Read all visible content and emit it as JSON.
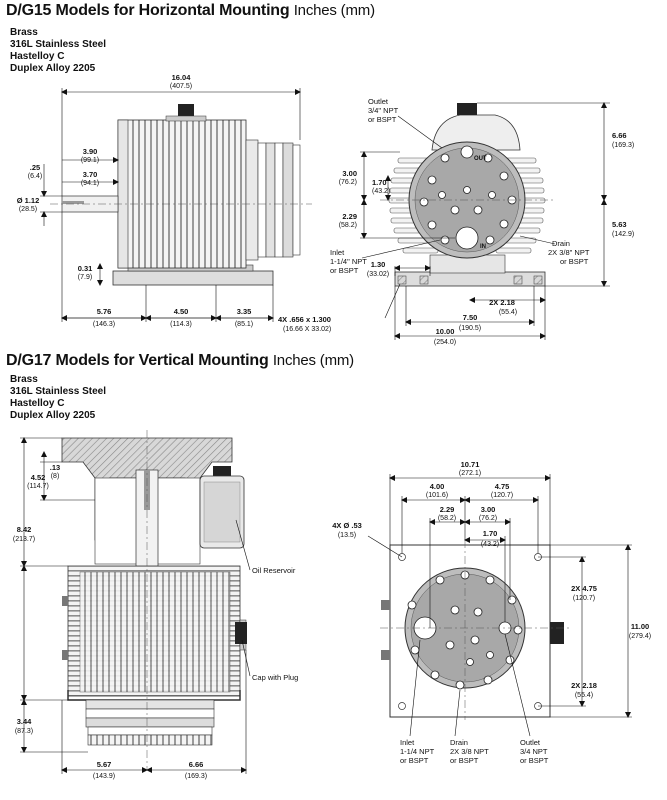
{
  "sections": [
    {
      "title": "D/G15 Models for Horizontal Mounting",
      "units": "Inches (mm)",
      "materials": [
        "Brass",
        "316L Stainless Steel",
        "Hastelloy C",
        "Duplex Alloy 2205"
      ],
      "dims": {
        "overall_len": [
          "16.04",
          "(407.5)"
        ],
        "d390": [
          "3.90",
          "(99.1)"
        ],
        "d370": [
          "3.70",
          "(94.1)"
        ],
        "d25": [
          ".25",
          "(6.4)"
        ],
        "shaft": [
          "Ø 1.12",
          "(28.5)"
        ],
        "d031": [
          "0.31",
          "(7.9)"
        ],
        "d576": [
          "5.76",
          "(146.3)"
        ],
        "d450": [
          "4.50",
          "(114.3)"
        ],
        "d335": [
          "3.35",
          "(85.1)"
        ],
        "d300": [
          "3.00",
          "(76.2)"
        ],
        "d170": [
          "1.70",
          "(43.2)"
        ],
        "d229": [
          "2.29",
          "(58.2)"
        ],
        "d666": [
          "6.66",
          "(169.3)"
        ],
        "d563": [
          "5.63",
          "(142.9)"
        ],
        "d130": [
          "1.30",
          "(33.02)"
        ],
        "d218": [
          "2X 2.18",
          "(55.4)"
        ],
        "d750": [
          "7.50",
          "(190.5)"
        ],
        "d1000": [
          "10.00",
          "(254.0)"
        ],
        "holes": [
          "4X .656 x 1.300",
          "(16.66 X 33.02)"
        ]
      },
      "callouts": {
        "outlet": [
          "Outlet",
          "3/4\" NPT",
          "or BSPT"
        ],
        "inlet": [
          "Inlet",
          "1-1/4\" NPT",
          "or BSPT"
        ],
        "drain": [
          "Drain",
          "2X 3/8\" NPT",
          "or BSPT"
        ]
      },
      "port_labels": {
        "out": "OUT",
        "in": "IN"
      }
    },
    {
      "title": "D/G17 Models for Vertical Mounting",
      "units": "Inches (mm)",
      "materials": [
        "Brass",
        "316L Stainless Steel",
        "Hastelloy C",
        "Duplex Alloy 2205"
      ],
      "dims": {
        "d452": [
          "4.52",
          "(114.7)"
        ],
        "d13": [
          ".13",
          "(8)"
        ],
        "d842": [
          "8.42",
          "(213.7)"
        ],
        "d344": [
          "3.44",
          "(87.3)"
        ],
        "d567": [
          "5.67",
          "(143.9)"
        ],
        "d666": [
          "6.66",
          "(169.3)"
        ],
        "d1071": [
          "10.71",
          "(272.1)"
        ],
        "d400": [
          "4.00",
          "(101.6)"
        ],
        "d475": [
          "4.75",
          "(120.7)"
        ],
        "d229": [
          "2.29",
          "(58.2)"
        ],
        "d300": [
          "3.00",
          "(76.2)"
        ],
        "d170": [
          "1.70",
          "(43.2)"
        ],
        "holes": [
          "4X Ø .53",
          "(13.5)"
        ],
        "d2x475": [
          "2X 4.75",
          "(120.7)"
        ],
        "d1100": [
          "11.00",
          "(279.4)"
        ],
        "d2x218": [
          "2X 2.18",
          "(55.4)"
        ]
      },
      "callouts": {
        "reservoir": "Oil Reservoir",
        "cap": "Cap with Plug",
        "inlet": [
          "Inlet",
          "1-1/4 NPT",
          "or BSPT"
        ],
        "drain": [
          "Drain",
          "2X 3/8 NPT",
          "or BSPT"
        ],
        "outlet": [
          "Outlet",
          "3/4 NPT",
          "or BSPT"
        ]
      }
    }
  ]
}
